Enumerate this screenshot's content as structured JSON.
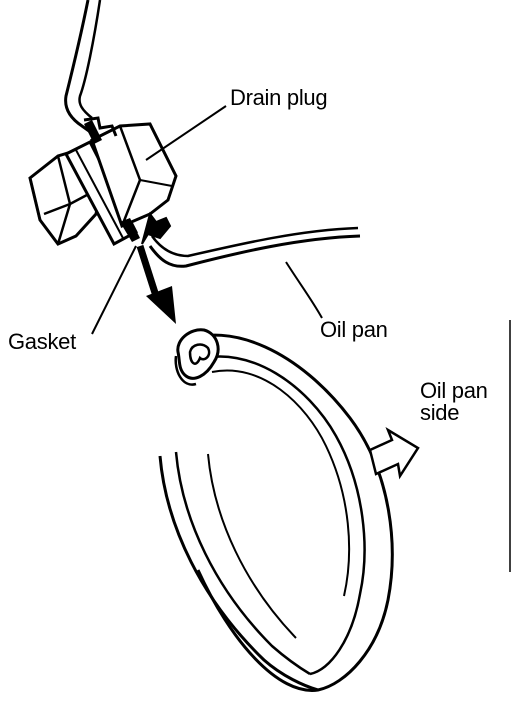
{
  "labels": {
    "drain_plug": "Drain plug",
    "gasket": "Gasket",
    "oil_pan": "Oil pan",
    "oil_pan_side_line1": "Oil pan",
    "oil_pan_side_line2": "side"
  },
  "colors": {
    "ink": "#000000",
    "background": "#ffffff"
  }
}
